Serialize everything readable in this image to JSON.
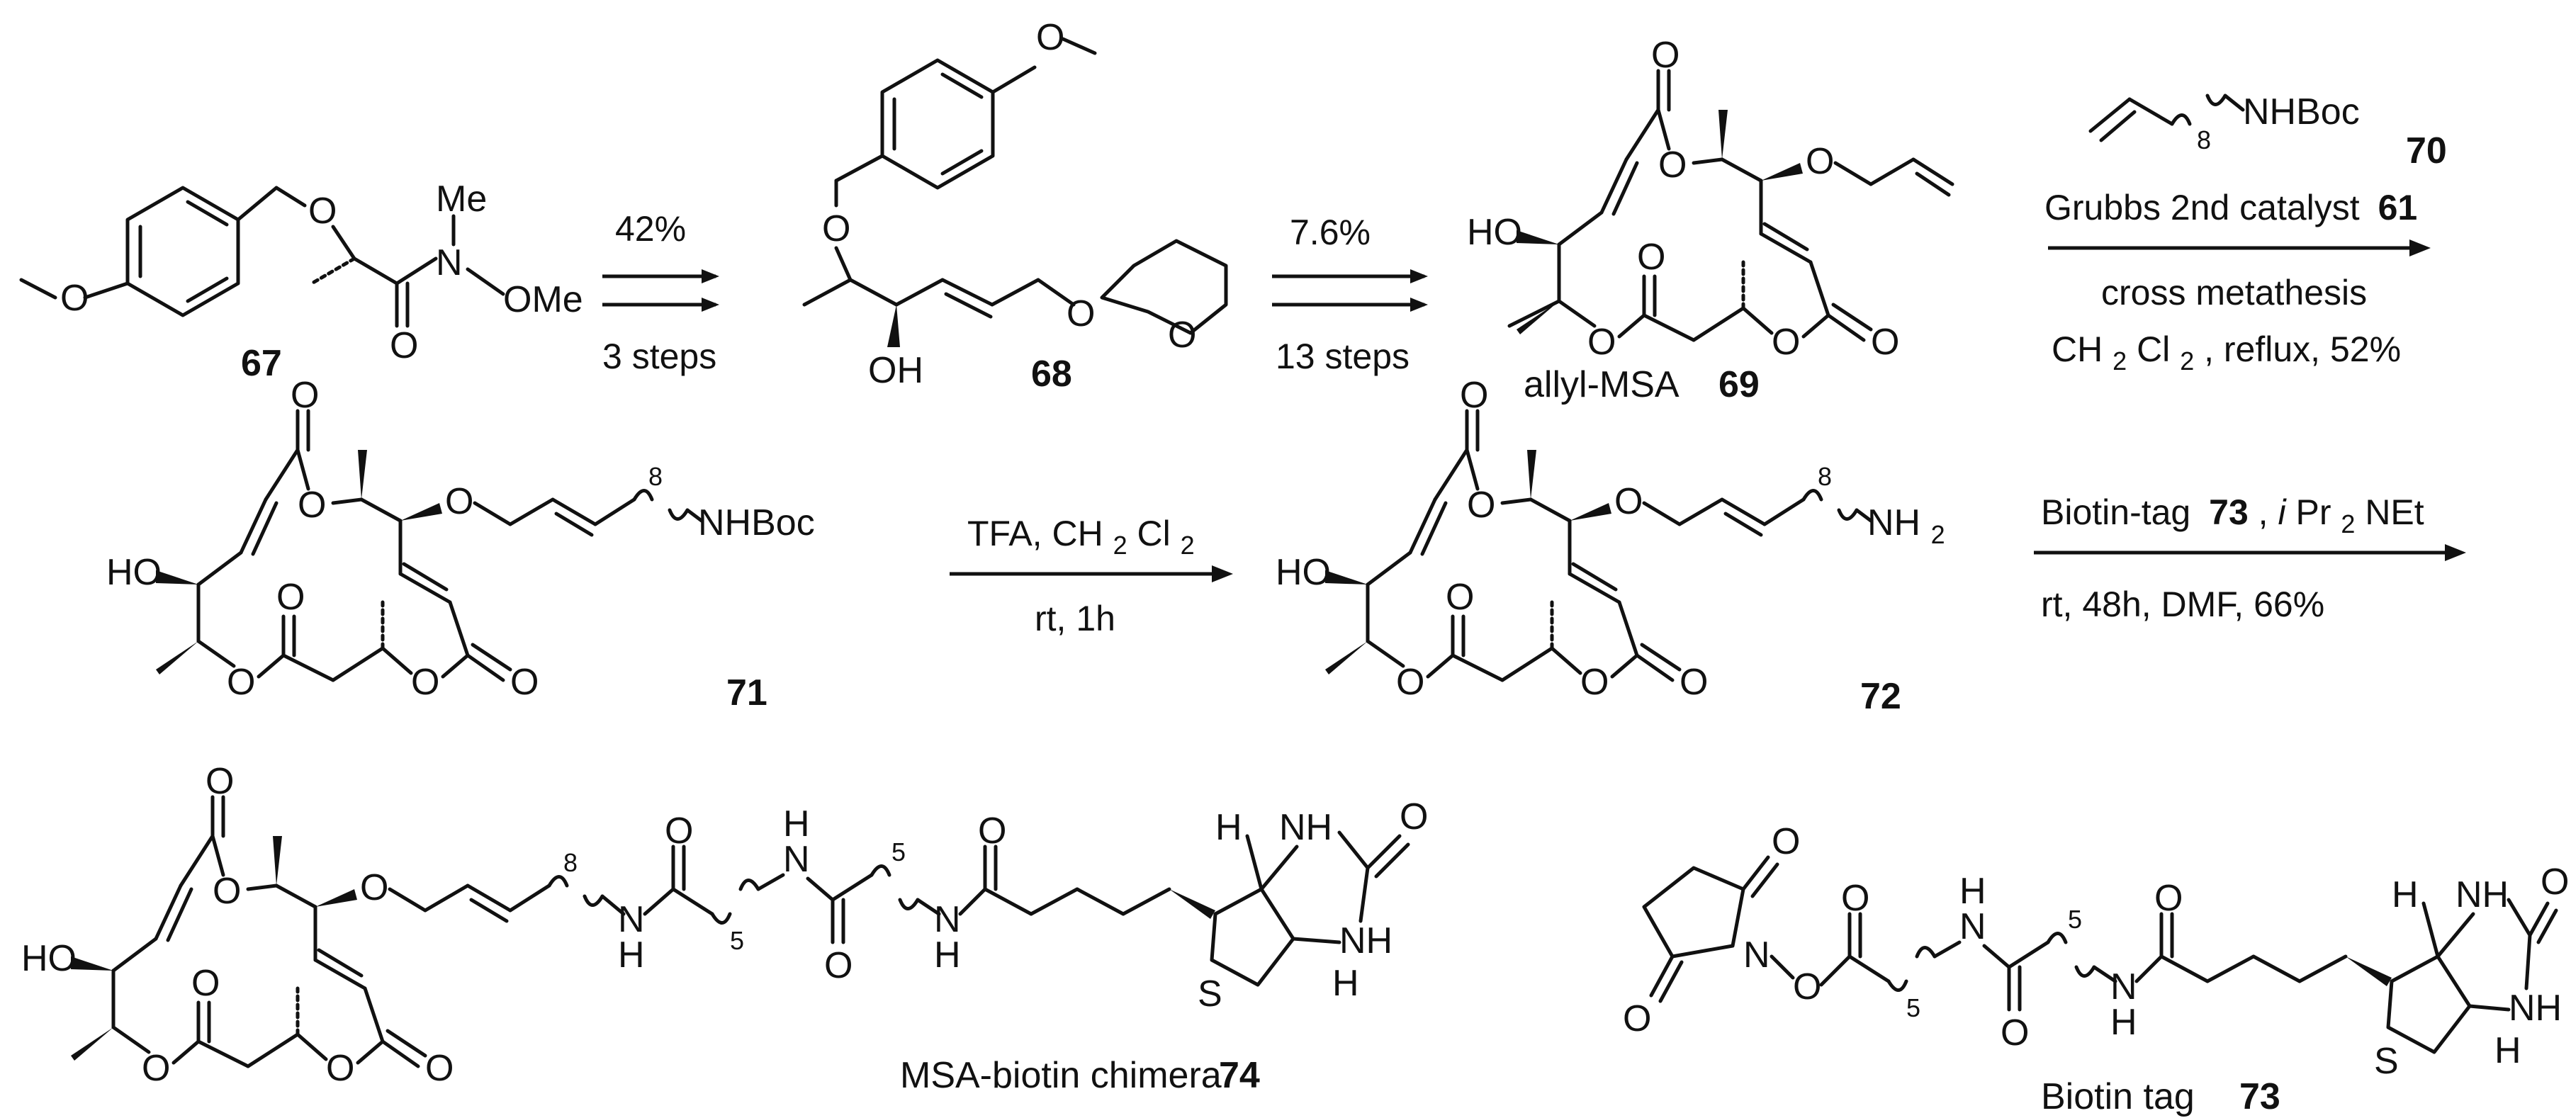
{
  "compounds": {
    "c67": {
      "number": "67"
    },
    "c68": {
      "number": "68"
    },
    "c69": {
      "prefix": "allyl-MSA",
      "number": "69"
    },
    "c70": {
      "number": "70"
    },
    "c71": {
      "number": "71"
    },
    "c72": {
      "number": "72"
    },
    "c74": {
      "prefix": "MSA-biotin chimera",
      "number": "74"
    },
    "c73": {
      "prefix": "Biotin tag",
      "number": "73"
    }
  },
  "steps": {
    "s1": {
      "yield": "42%",
      "steps": "3 steps"
    },
    "s2": {
      "yield": "7.6%",
      "steps": "13 steps"
    },
    "s3": {
      "catalyst_prefix": "Grubbs 2nd catalyst",
      "catalyst_number": "61",
      "line1": "cross metathesis",
      "solvent_a": "CH",
      "solvent_sub1": "2",
      "solvent_b": "Cl",
      "solvent_sub2": "2",
      "solvent_rest": ", reflux, 52%"
    },
    "s4": {
      "reagent": "TFA, CH",
      "sub1": "2",
      "mid": "Cl",
      "sub2": "2",
      "line2": "rt, 1h"
    },
    "s5": {
      "reagent_prefix": "Biotin-tag",
      "reagent_number": "73",
      "base_i": "i",
      "base_pr": "Pr",
      "base_sub": "2",
      "base_rest": "NEt",
      "line2": "rt, 48h, DMF, 66%"
    }
  },
  "atoms": {
    "O": "O",
    "N": "N",
    "S": "S",
    "H": "H",
    "Me": "Me",
    "OMe": "OMe",
    "HO": "HO",
    "OH": "OH",
    "NH": "NH",
    "NHBoc": "NHBoc",
    "NH2": "NH",
    "NH2_sub": "2",
    "n8": "8",
    "n5": "5"
  }
}
